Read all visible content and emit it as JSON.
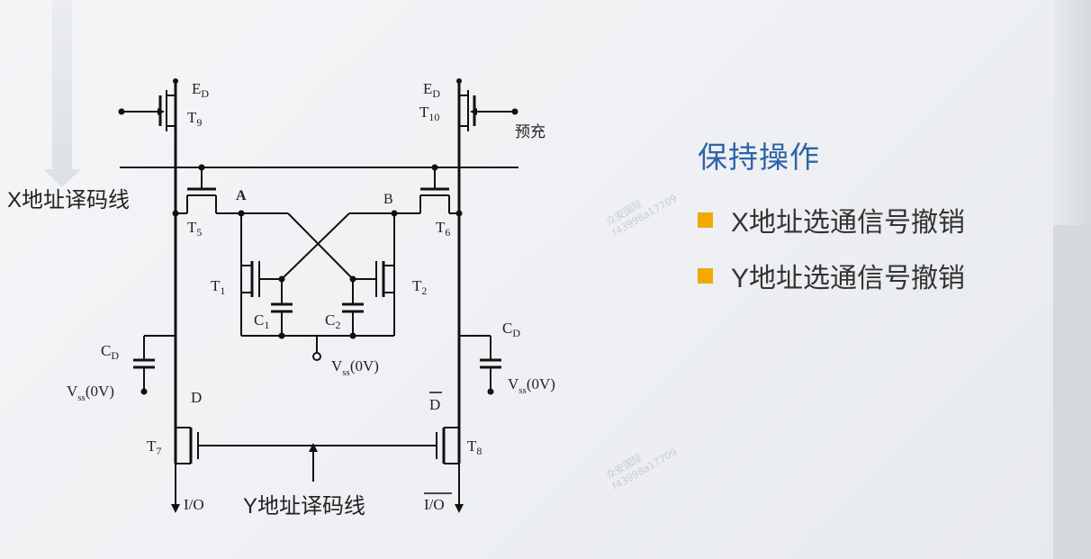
{
  "labels": {
    "ed_left": "E",
    "ed_left_sub": "D",
    "t9": "T",
    "t9_sub": "9",
    "ed_right": "E",
    "ed_right_sub": "D",
    "t10": "T",
    "t10_sub": "10",
    "precharge": "预充",
    "x_line": "X地址译码线",
    "node_a": "A",
    "node_b": "B",
    "t5": "T",
    "t5_sub": "5",
    "t6": "T",
    "t6_sub": "6",
    "t1": "T",
    "t1_sub": "1",
    "t2": "T",
    "t2_sub": "2",
    "c1": "C",
    "c1_sub": "1",
    "c2": "C",
    "c2_sub": "2",
    "vss_center": "V",
    "vss_center_sub": "ss",
    "vss_center_tail": "(0V)",
    "cd_left": "C",
    "cd_left_sub": "D",
    "vss_left": "V",
    "vss_left_sub": "ss",
    "vss_left_tail": "(0V)",
    "cd_right": "C",
    "cd_right_sub": "D",
    "vss_right": "V",
    "vss_right_sub": "ss",
    "vss_right_tail": "(0V)",
    "d": "D",
    "d_bar": "D",
    "t7": "T",
    "t7_sub": "7",
    "t8": "T",
    "t8_sub": "8",
    "io": "I/O",
    "io_bar": "I/O",
    "y_line": "Y地址译码线"
  },
  "panel": {
    "title": "保持操作",
    "bullets": [
      "X地址选通信号撤销",
      "Y地址选通信号撤销"
    ]
  },
  "watermark": {
    "line1": "众安国际",
    "line2": "f43998a17709"
  },
  "colors": {
    "title": "#2d63a8",
    "bullet": "#f2a900",
    "node_a": "#b5401f"
  }
}
